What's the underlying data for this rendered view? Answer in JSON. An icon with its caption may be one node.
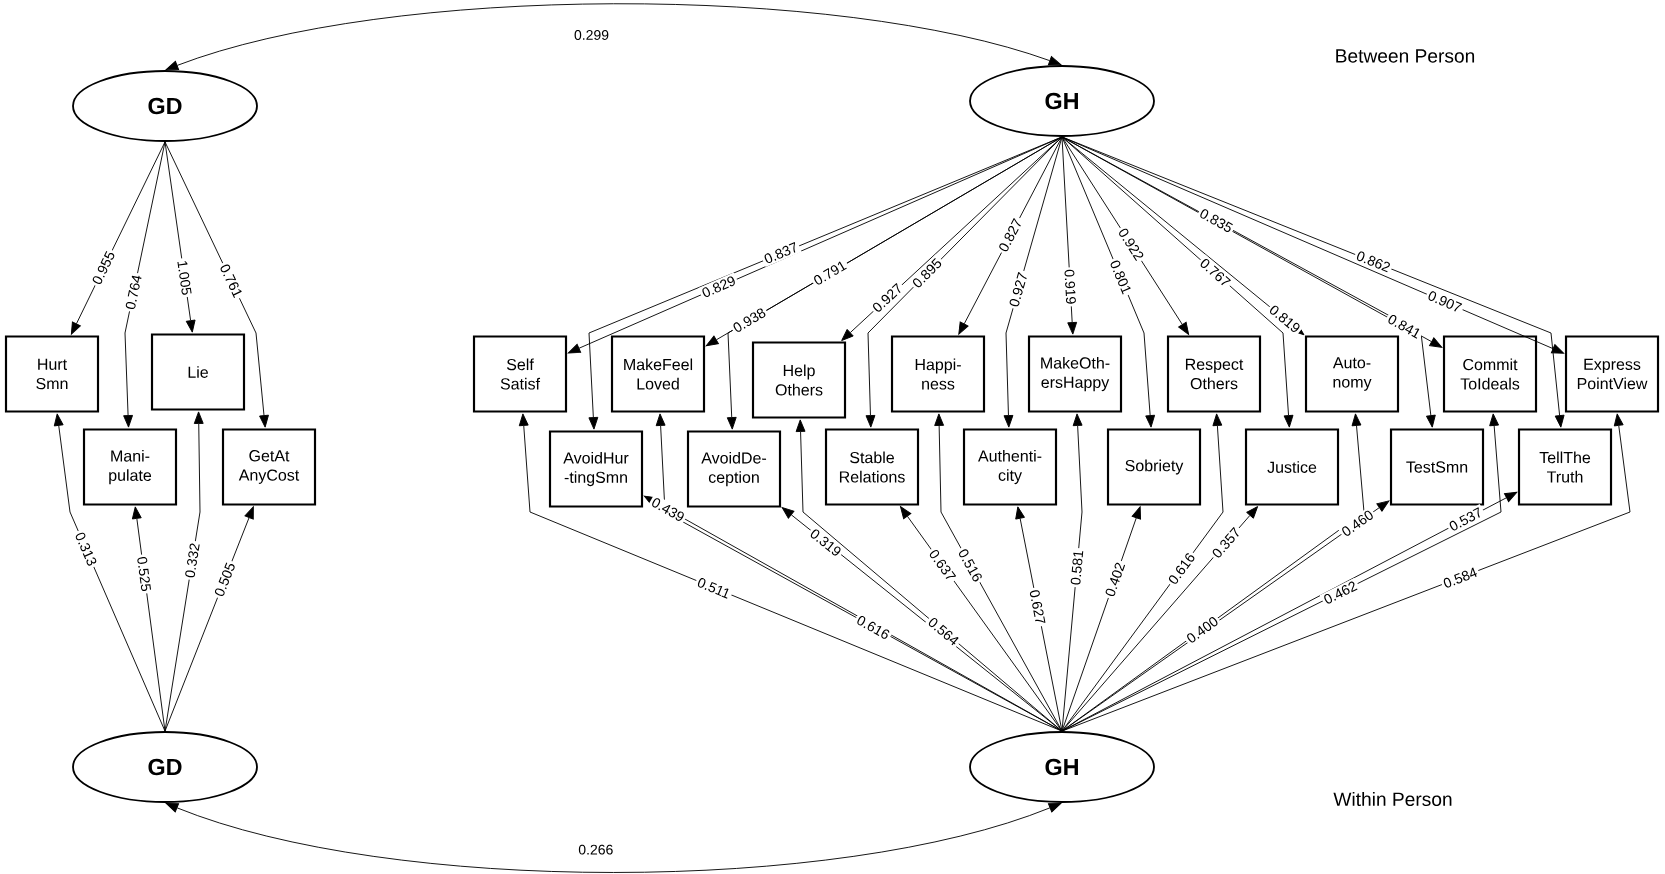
{
  "diagram": {
    "nodes": [
      {
        "text": [
          "GD"
        ]
      },
      {
        "text": [
          "GH"
        ]
      },
      {
        "text": [
          "Hurt Smn"
        ]
      },
      {
        "text": [
          "Lie"
        ]
      },
      {
        "text": [
          "Mani- pulate"
        ]
      },
      {
        "text": [
          "GetAt AnyCost"
        ]
      },
      {
        "text": [
          "Self Satisf"
        ]
      },
      {
        "text": [
          "MakeFeel Loved"
        ]
      },
      {
        "text": [
          "Help Others"
        ]
      },
      {
        "text": [
          "Happi- ness"
        ]
      },
      {
        "text": [
          "MakeOth- ersHappy"
        ]
      },
      {
        "text": [
          "Respect Others"
        ]
      },
      {
        "text": [
          "Auto- nomy"
        ]
      },
      {
        "text": [
          "Commit ToIdeals"
        ]
      },
      {
        "text": [
          "Express PointView"
        ]
      },
      {
        "text": [
          "AvoidHur -tingSmn"
        ]
      },
      {
        "text": [
          "AvoidDe- ception"
        ]
      },
      {
        "text": [
          "Stable Relations"
        ]
      },
      {
        "text": [
          "Authenti- city"
        ]
      },
      {
        "text": [
          "Sobriety"
        ]
      },
      {
        "text": [
          "Justice"
        ]
      },
      {
        "text": [
          "TestSmn"
        ]
      },
      {
        "text": [
          "TellThe Truth"
        ]
      },
      {
        "text": [
          "GD"
        ]
      },
      {
        "text": [
          "GH"
        ]
      }
    ],
    "edges": [
      {
        "from": 0,
        "to": 1,
        "arrow": "both",
        "label": "0.299"
      },
      {
        "from": 23,
        "to": 24,
        "arrow": "both",
        "label": "0.266"
      },
      {
        "from": 0,
        "to": 2,
        "arrow": "to",
        "label": "0.955"
      },
      {
        "from": 0,
        "to": 4,
        "arrow": "to",
        "label": "0.764"
      },
      {
        "from": 0,
        "to": 3,
        "arrow": "to",
        "label": "1.005"
      },
      {
        "from": 0,
        "to": 5,
        "arrow": "to",
        "label": "0.761"
      },
      {
        "from": 23,
        "to": 2,
        "arrow": "to",
        "label": "0.313"
      },
      {
        "from": 23,
        "to": 4,
        "arrow": "to",
        "label": "0.525"
      },
      {
        "from": 23,
        "to": 3,
        "arrow": "to",
        "label": "0.332"
      },
      {
        "from": 23,
        "to": 5,
        "arrow": "to",
        "label": "0.505"
      },
      {
        "from": 1,
        "to": 6,
        "arrow": "to",
        "label": "0.829"
      },
      {
        "from": 1,
        "to": 7,
        "arrow": "to",
        "label": "0.938"
      },
      {
        "from": 1,
        "to": 15,
        "arrow": "to",
        "label": "0.837"
      },
      {
        "from": 1,
        "to": 8,
        "arrow": "to",
        "label": "0.927"
      },
      {
        "from": 1,
        "to": 16,
        "arrow": "to",
        "label": "0.791"
      },
      {
        "from": 1,
        "to": 17,
        "arrow": "to",
        "label": "0.895"
      },
      {
        "from": 1,
        "to": 9,
        "arrow": "to",
        "label": "0.827"
      },
      {
        "from": 1,
        "to": 18,
        "arrow": "to",
        "label": "0.927"
      },
      {
        "from": 1,
        "to": 10,
        "arrow": "to",
        "label": "0.919"
      },
      {
        "from": 1,
        "to": 19,
        "arrow": "to",
        "label": "0.801"
      },
      {
        "from": 1,
        "to": 11,
        "arrow": "to",
        "label": "0.922"
      },
      {
        "from": 1,
        "to": 20,
        "arrow": "to",
        "label": "0.767"
      },
      {
        "from": 1,
        "to": 21,
        "arrow": "to",
        "label": "0.835"
      },
      {
        "from": 1,
        "to": 12,
        "arrow": "to",
        "label": "0.819"
      },
      {
        "from": 1,
        "to": 22,
        "arrow": "to",
        "label": "0.862"
      },
      {
        "from": 1,
        "to": 13,
        "arrow": "to",
        "label": "0.841"
      },
      {
        "from": 1,
        "to": 14,
        "arrow": "to",
        "label": "0.907"
      },
      {
        "from": 24,
        "to": 15,
        "arrow": "to",
        "label": "0.439"
      },
      {
        "from": 24,
        "to": 6,
        "arrow": "to",
        "label": "0.511"
      },
      {
        "from": 24,
        "to": 16,
        "arrow": "to",
        "label": "0.319"
      },
      {
        "from": 24,
        "to": 7,
        "arrow": "to",
        "label": "0.616"
      },
      {
        "from": 24,
        "to": 8,
        "arrow": "to",
        "label": "0.564"
      },
      {
        "from": 24,
        "to": 17,
        "arrow": "to",
        "label": "0.637"
      },
      {
        "from": 24,
        "to": 9,
        "arrow": "to",
        "label": "0.516"
      },
      {
        "from": 24,
        "to": 18,
        "arrow": "to",
        "label": "0.627"
      },
      {
        "from": 24,
        "to": 10,
        "arrow": "to",
        "label": "0.581"
      },
      {
        "from": 24,
        "to": 19,
        "arrow": "to",
        "label": "0.402"
      },
      {
        "from": 24,
        "to": 11,
        "arrow": "to",
        "label": "0.616"
      },
      {
        "from": 24,
        "to": 12,
        "arrow": "to",
        "label": "0.400"
      },
      {
        "from": 24,
        "to": 20,
        "arrow": "to",
        "label": "0.357"
      },
      {
        "from": 24,
        "to": 13,
        "arrow": "to",
        "label": "0.462"
      },
      {
        "from": 24,
        "to": 21,
        "arrow": "to",
        "label": "0.460"
      },
      {
        "from": 24,
        "to": 14,
        "arrow": "to",
        "label": "0.584"
      },
      {
        "from": 24,
        "to": 22,
        "arrow": "to",
        "label": "0.537"
      }
    ],
    "labels": [
      "Between Person",
      "Within Person"
    ]
  }
}
